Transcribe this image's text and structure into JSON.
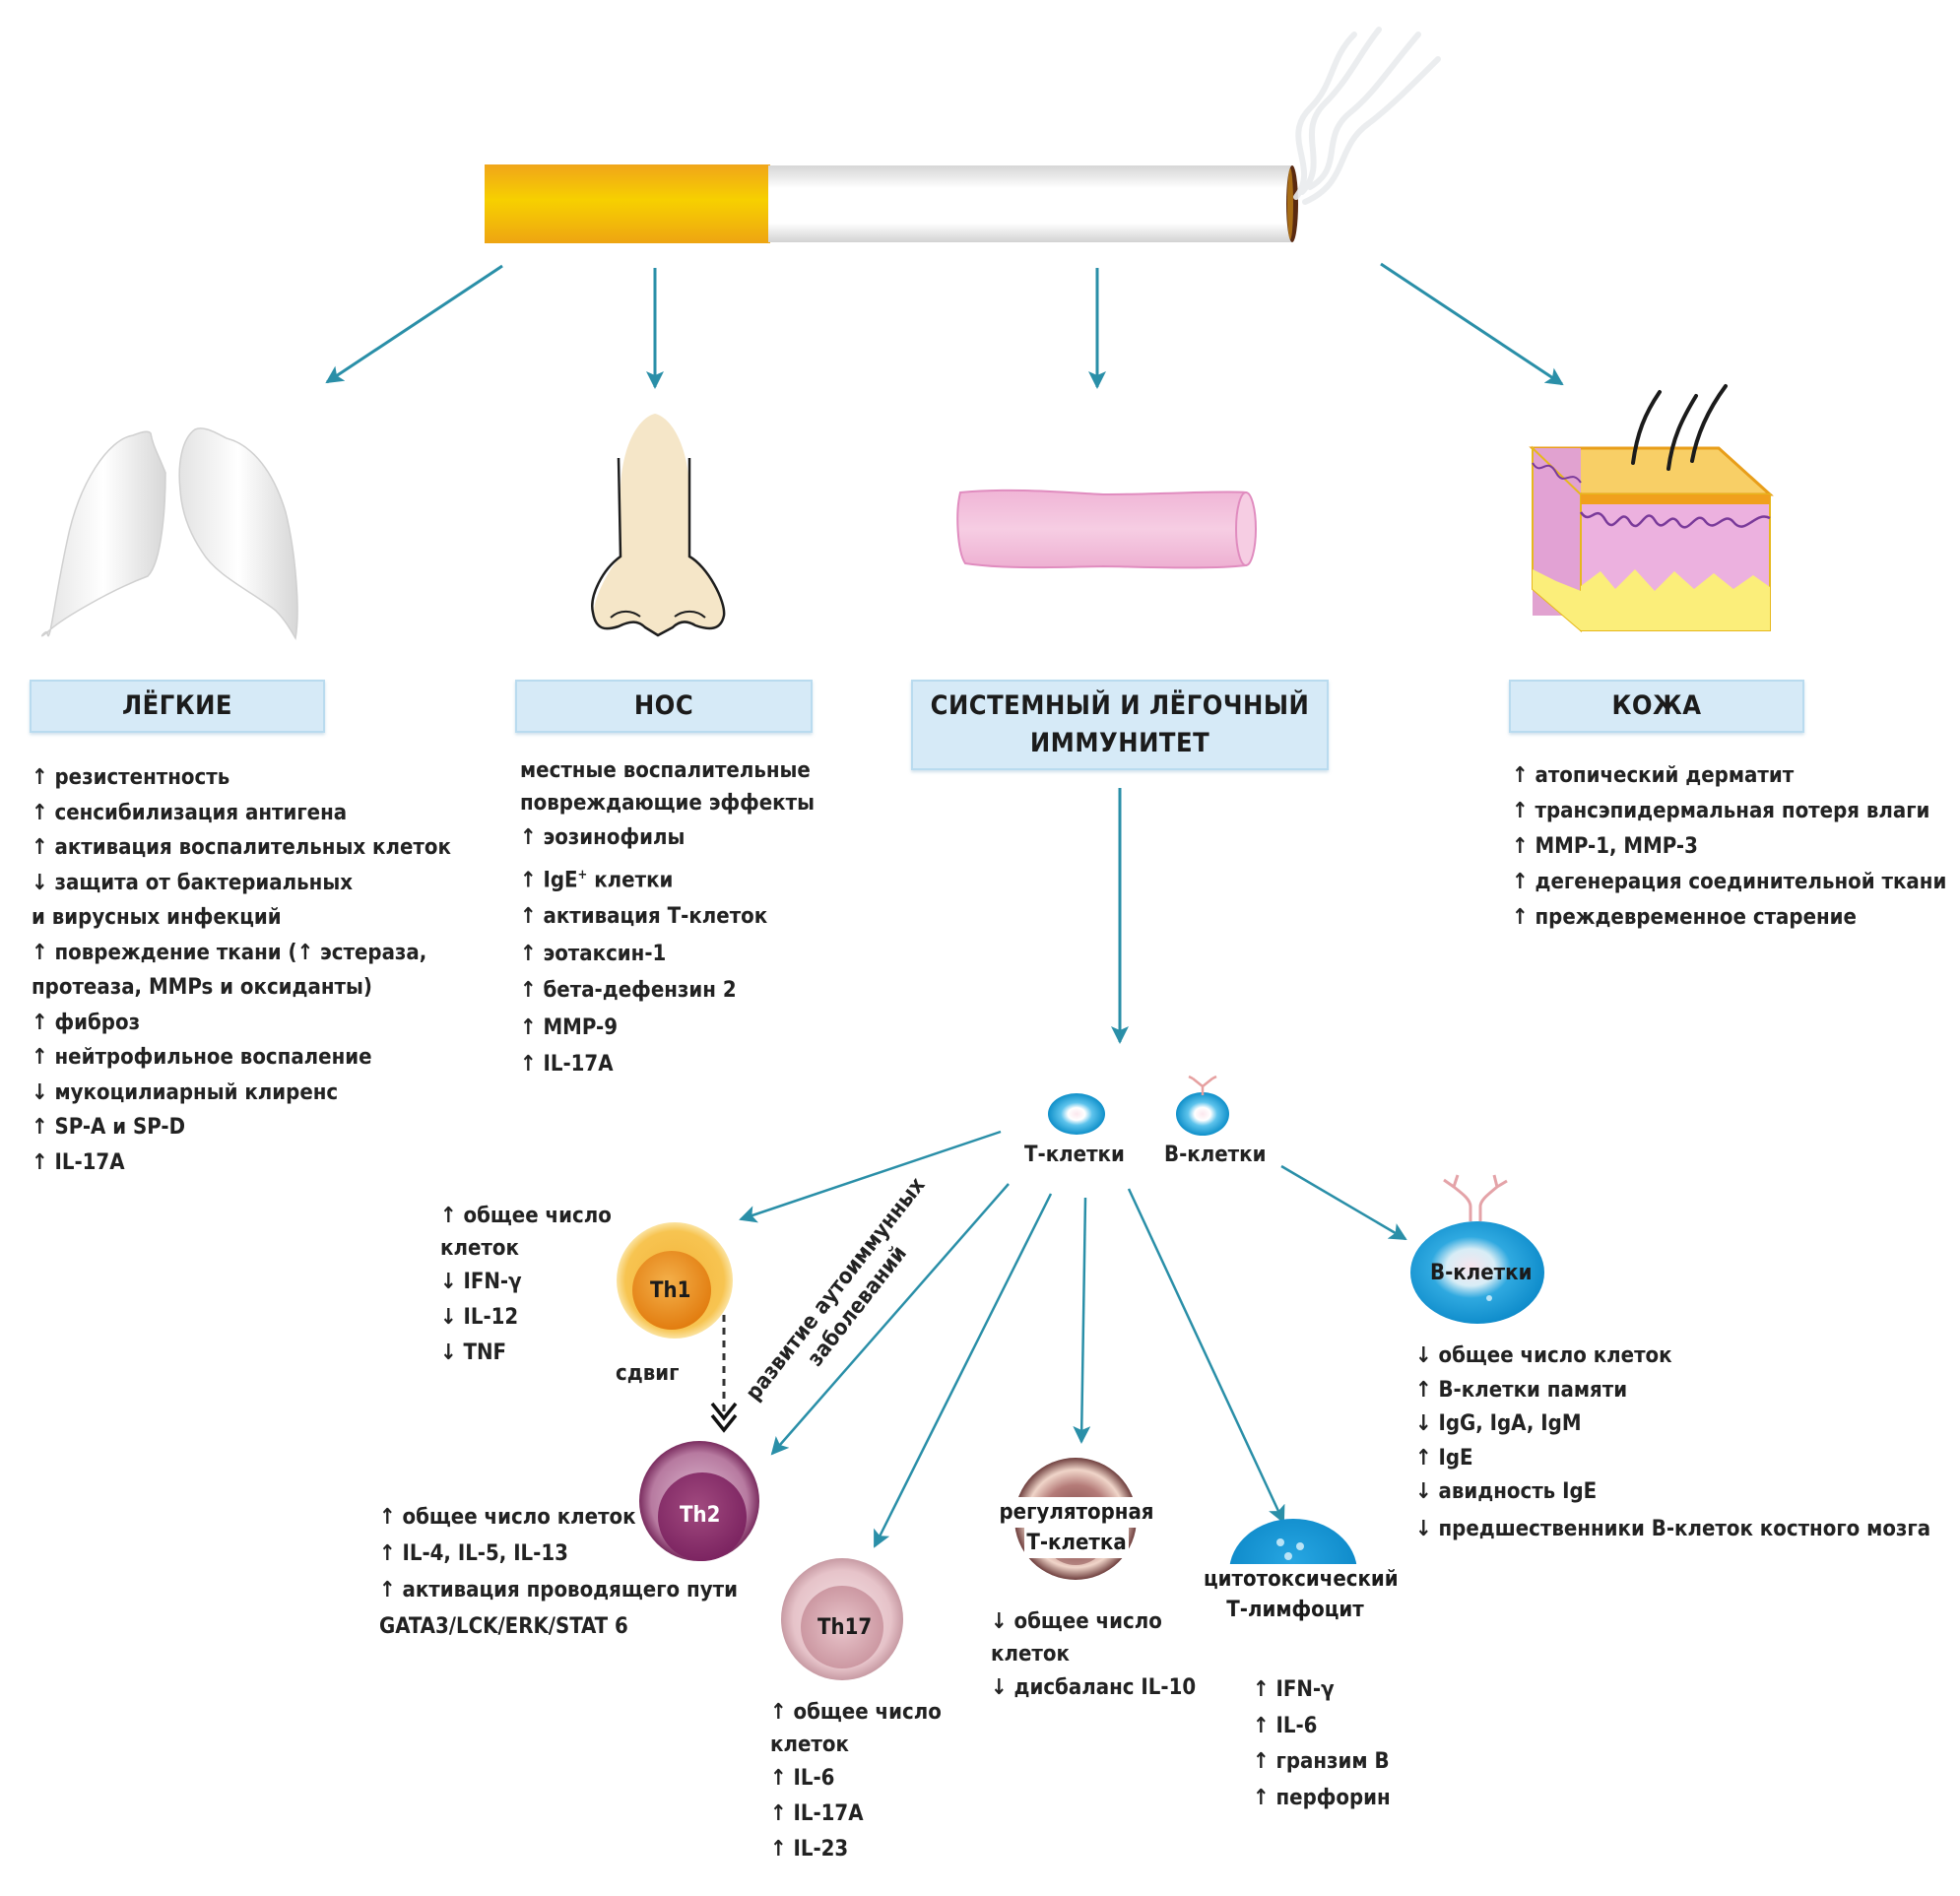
{
  "diagram": {
    "colors": {
      "arrow": "#2a8fa8",
      "header_bg": "#d6eaf7",
      "filter": "#f2b20a",
      "t_cell": "#1a9cd8",
      "th1": "#f0a31c",
      "th2": "#8e2f6e",
      "th17": "#d9a3ae",
      "treg": "#8b5a5a",
      "skin_pink": "#e9a8d4",
      "vessel_pink": "#f2bfdc"
    },
    "source": {
      "icon": "cigarette-icon",
      "smoke_icon": "smoke-icon"
    },
    "organs": [
      {
        "id": "lungs",
        "icon": "lungs-icon",
        "title": "ЛЁГКИЕ",
        "items": [
          "↑ резистентность",
          "↑ сенсибилизация антигена",
          "↑ активация воспалительных клеток",
          "↓ защита от бактериальных",
          "и вирусных инфекций",
          "↑ повреждение ткани (↑ эстераза,",
          "протеаза, MMPs и оксиданты)",
          "↑ фиброз",
          "↑ нейтрофильное воспаление",
          "↓ мукоцилиарный клиренс",
          "↑ SP-A и SP-D",
          "↑ IL-17A"
        ]
      },
      {
        "id": "nose",
        "icon": "nose-icon",
        "title": "НОС",
        "items": [
          "местные воспалительные",
          "повреждающие эффекты",
          "↑ эозинофилы",
          "↑ IgE",
          "↑ активация Т-клеток",
          "↑ эотаксин-1",
          "↑ бета-дефензин 2",
          "↑ MMP-9",
          "↑ IL-17A"
        ],
        "ige_superscript": "+",
        "ige_suffix": " клетки"
      },
      {
        "id": "immunity",
        "icon": "blood-vessel-icon",
        "title_line1": "СИСТЕМНЫЙ И ЛЁГОЧНЫЙ",
        "title_line2": "ИММУНИТЕТ"
      },
      {
        "id": "skin",
        "icon": "skin-section-icon",
        "title": "КОЖА",
        "items": [
          "↑ атопический дерматит",
          "↑ трансэпидермальная потеря влаги",
          "↑ MMP-1, MMP-3",
          "↑ дегенерация соединительной ткани",
          "↑ преждевременное старение"
        ]
      }
    ],
    "lymphocytes": {
      "t_cells_label": "Т-клетки",
      "b_cells_label": "В-клетки"
    },
    "subsets": {
      "th1": {
        "label": "Th1",
        "items": [
          "↑ общее число",
          "клеток",
          "↓ IFN-γ",
          "↓ IL-12",
          "↓ TNF"
        ]
      },
      "shift_label": "сдвиг",
      "autoimmune_line1": "развитие аутоиммунных",
      "autoimmune_line2": "заболеваний",
      "th2": {
        "label": "Th2",
        "items": [
          "↑ общее число клеток",
          "↑ IL-4, IL-5, IL-13",
          "↑ активация проводящего пути",
          "GATA3/LCK/ERK/STAT 6"
        ]
      },
      "th17": {
        "label": "Th17",
        "items": [
          "↑ общее число",
          "клеток",
          "↑ IL-6",
          "↑ IL-17A",
          "↑ IL-23"
        ]
      },
      "treg": {
        "label_line1": "регуляторная",
        "label_line2": "Т-клетка",
        "items": [
          "↓ общее число",
          "клеток",
          "↓ дисбаланс IL-10"
        ]
      },
      "ctl": {
        "label_line1": "цитотоксический",
        "label_line2": "Т-лимфоцит",
        "items": [
          "↑ IFN-γ",
          "↑ IL-6",
          "↑ гранзим В",
          "↑ перфорин"
        ]
      },
      "bcell": {
        "label": "В-клетки",
        "items": [
          "↓ общее число клеток",
          "↑ В-клетки памяти",
          "↓ IgG, IgA, IgM",
          "↑ IgE",
          "↓ авидность IgE",
          "↓ предшественники В-клеток костного мозга"
        ]
      }
    }
  }
}
